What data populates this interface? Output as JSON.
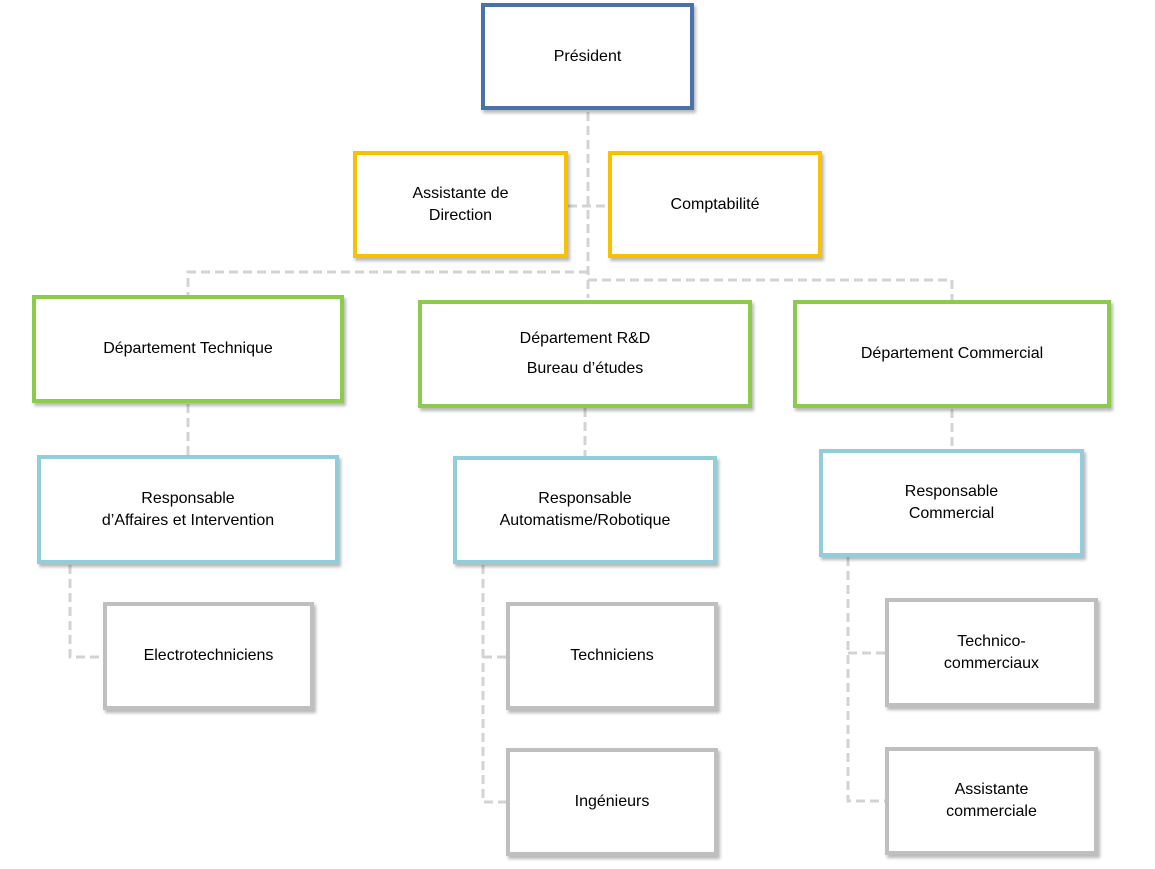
{
  "colors": {
    "president": "#4a72aa",
    "support": "#f7c100",
    "department": "#8ccb4e",
    "manager": "#92cddc",
    "staff": "#bfbfbf",
    "connector": "#d3d3d3"
  },
  "president": {
    "label": "Président"
  },
  "support": {
    "assistant_line1": "Assistante de",
    "assistant_line2": "Direction",
    "accounting": "Comptabilité"
  },
  "departments": {
    "technical": {
      "label": "Département Technique",
      "manager_line1": "Responsable",
      "manager_line2": "d’Affaires et Intervention",
      "staff": [
        "Electrotechniciens"
      ]
    },
    "rnd": {
      "label_line1": "Département R&D",
      "label_line2": "Bureau d’études",
      "manager_line1": "Responsable",
      "manager_line2": "Automatisme/Robotique",
      "staff": [
        "Techniciens",
        "Ingénieurs"
      ]
    },
    "commercial": {
      "label": "Département Commercial",
      "manager_line1": "Responsable",
      "manager_line2": "Commercial",
      "staff_technico_line1": "Technico-",
      "staff_technico_line2": "commerciaux",
      "staff_assistant_line1": "Assistante",
      "staff_assistant_line2": "commerciale"
    }
  }
}
